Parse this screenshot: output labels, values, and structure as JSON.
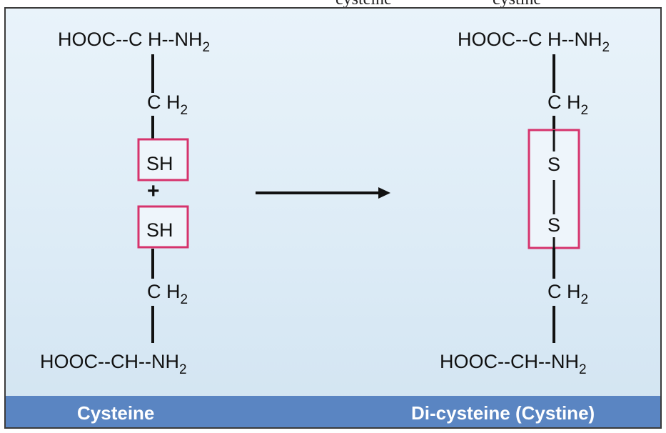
{
  "top_text": {
    "left": "cysteine",
    "right": "cystine"
  },
  "left": {
    "top_formula": "HOOC--C H--NH",
    "top_sub": "2",
    "ch2": "C H",
    "ch2_sub": "2",
    "sh_top": "SH",
    "plus": "+",
    "sh_bottom": "SH",
    "ch2_bottom": "C H",
    "ch2_bottom_sub": "2",
    "bottom_formula": "HOOC--CH--NH",
    "bottom_sub": "2"
  },
  "right": {
    "top_formula": "HOOC--C H--NH",
    "top_sub": "2",
    "ch2": "C H",
    "ch2_sub": "2",
    "s_top": "S",
    "s_bottom": "S",
    "ch2_bottom": "C H",
    "ch2_bottom_sub": "2",
    "bottom_formula": "HOOC--CH--NH",
    "bottom_sub": "2"
  },
  "footer": {
    "left_label": "Cysteine",
    "right_label": "Di-cysteine (Cystine)"
  },
  "colors": {
    "box_border": "#d6336c",
    "footer_bg": "#5a85c2",
    "panel_bg": "#dcebf6",
    "ink": "#111111"
  }
}
